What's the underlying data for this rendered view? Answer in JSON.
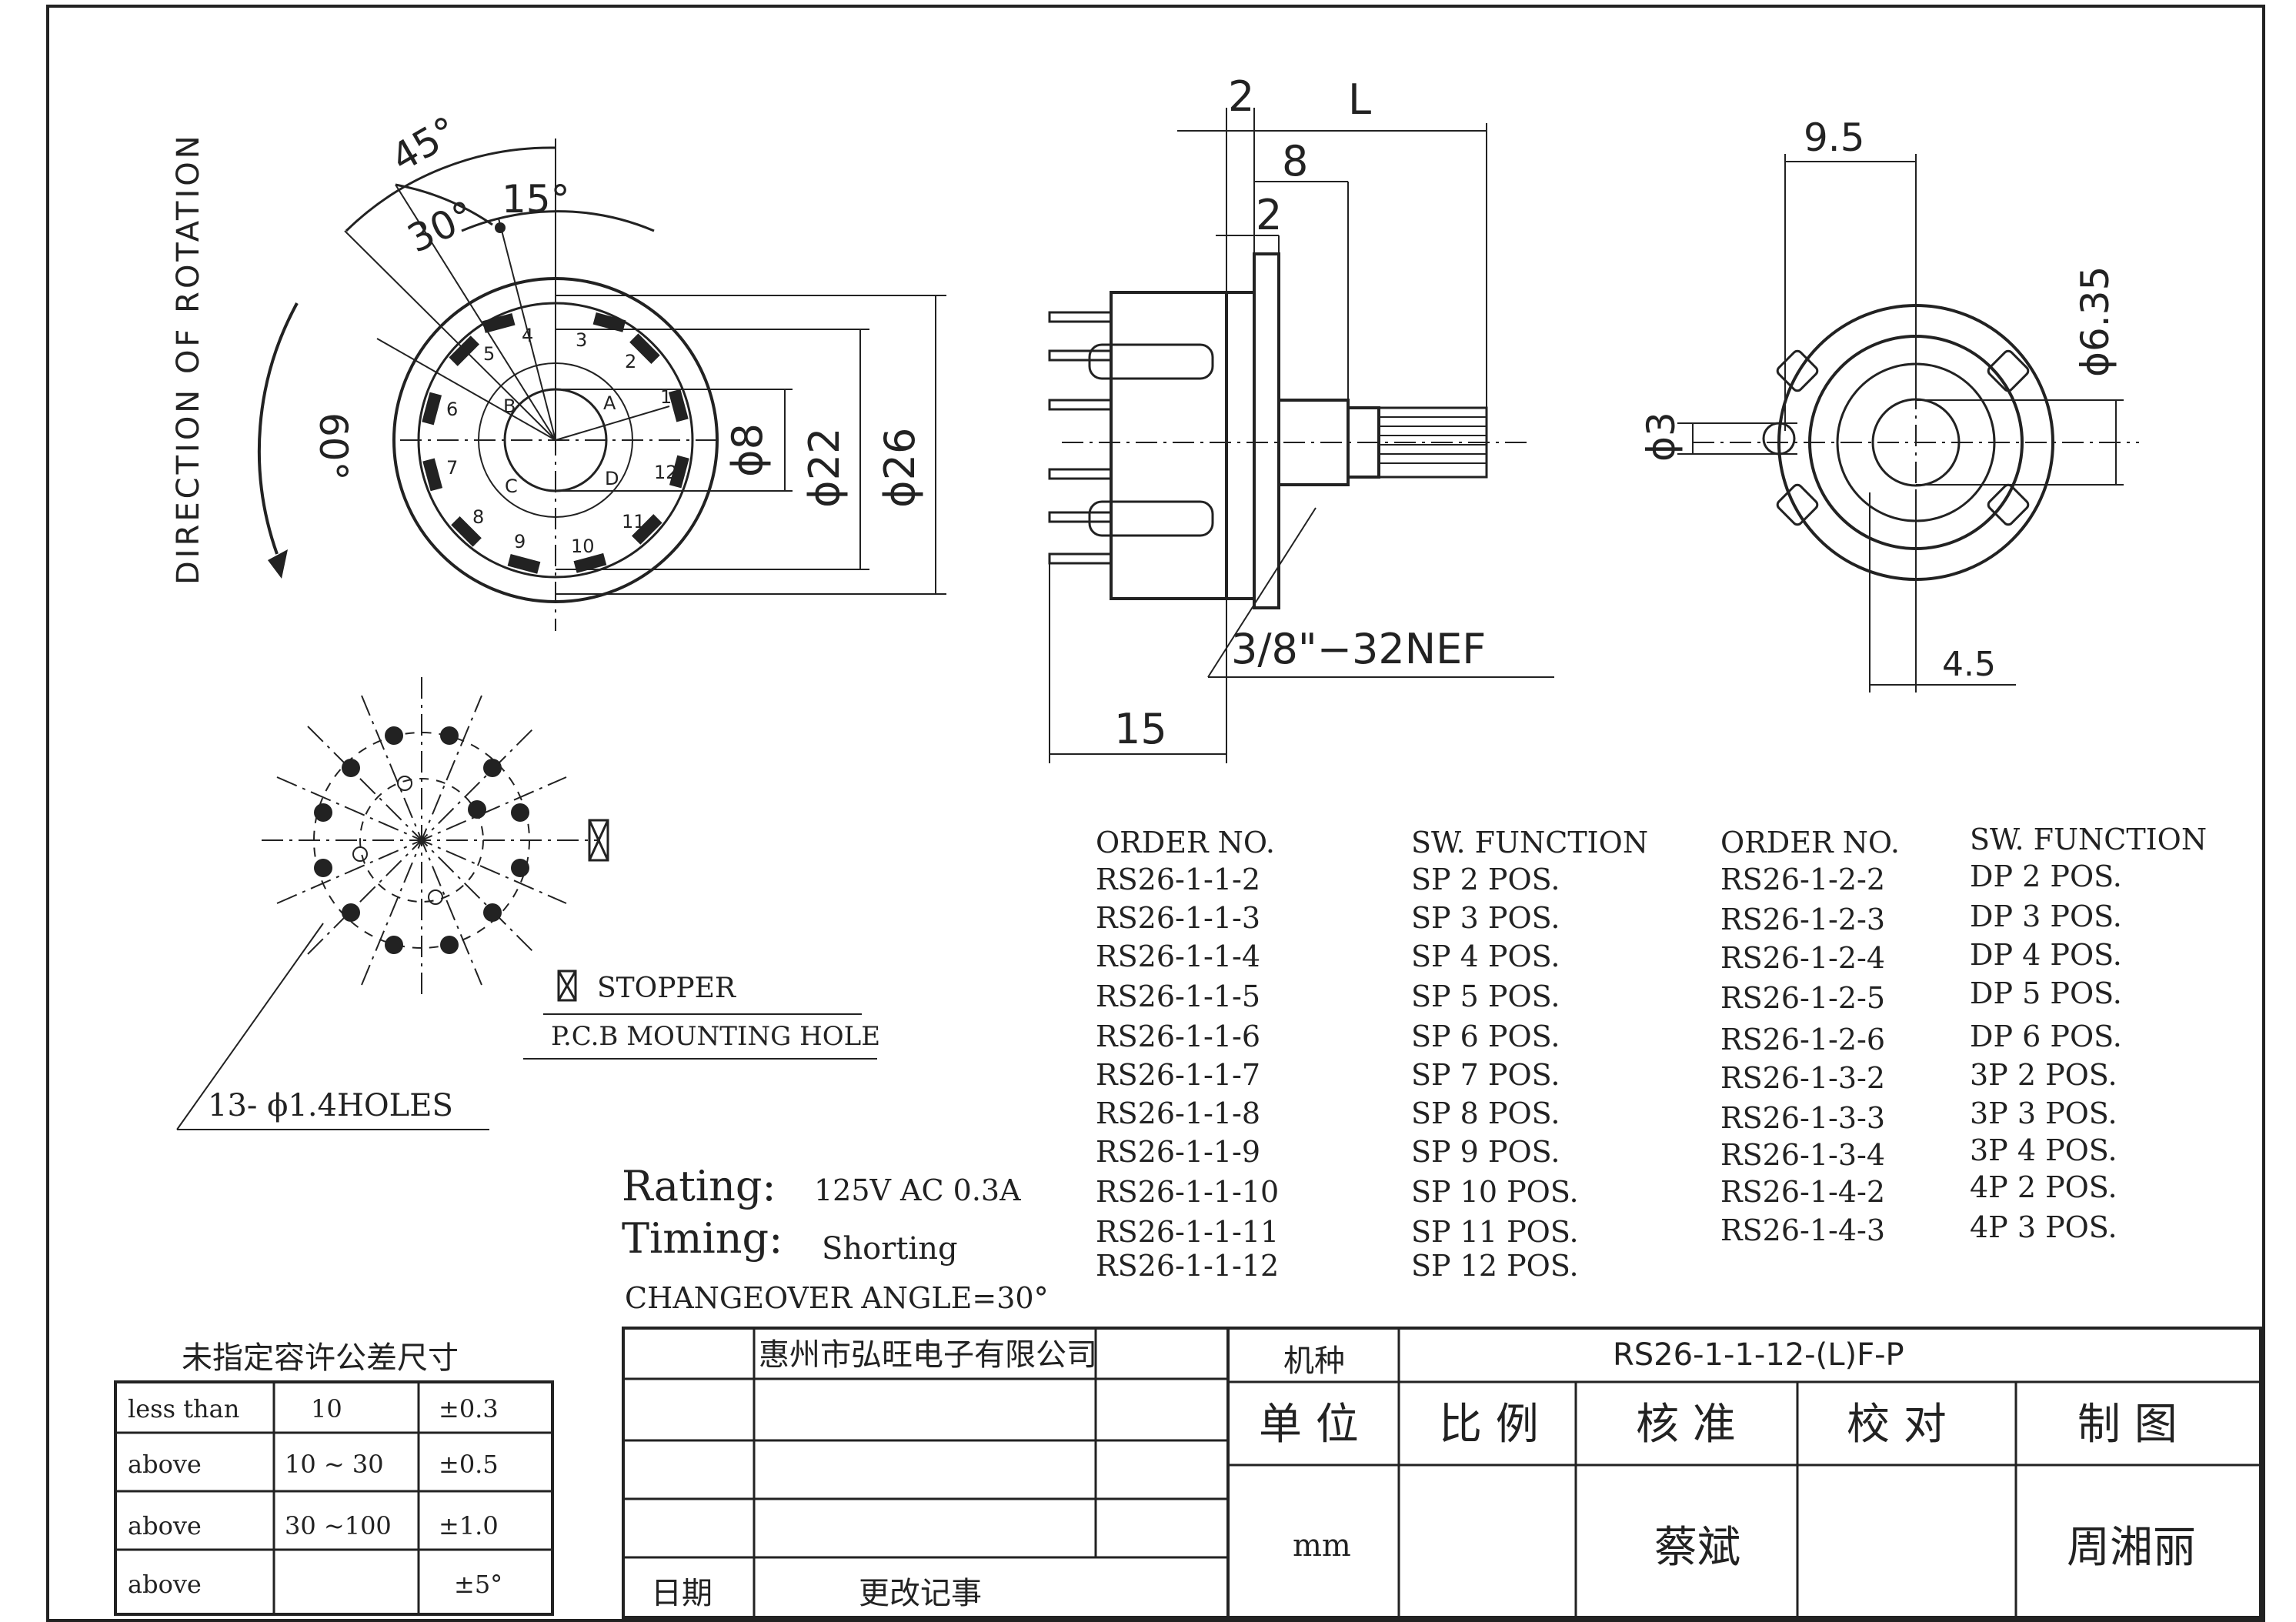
{
  "front_view": {
    "direction_label": "DIRECTION OF ROTATION",
    "angle_45": "45°",
    "angle_30": "30°",
    "angle_15": "15°",
    "angle_60": "60°",
    "dim_d8": "ϕ8",
    "dim_d22": "ϕ22",
    "dim_d26": "ϕ26",
    "terminals": [
      "1",
      "2",
      "3",
      "4",
      "5",
      "6",
      "7",
      "8",
      "9",
      "10",
      "11",
      "12"
    ],
    "commons": [
      "A",
      "B",
      "C",
      "D"
    ]
  },
  "side_view": {
    "dim_2_top": "2",
    "dim_L": "L",
    "dim_8": "8",
    "dim_2_inner": "2",
    "dim_15": "15",
    "thread": "3/8\"−32NEF"
  },
  "rear_view": {
    "dim_9_5": "9.5",
    "dim_d6_35": "ϕ6.35",
    "dim_d3": "ϕ3",
    "dim_4_5": "4.5"
  },
  "pcb": {
    "stopper": "STOPPER",
    "mounting_hole": "P.C.B MOUNTING HOLE",
    "holes": "13- ϕ1.4HOLES"
  },
  "rating": {
    "rating_label": "Rating:",
    "rating_value": "125V AC 0.3A",
    "timing_label": "Timing:",
    "timing_value": "Shorting",
    "changeover": "CHANGEOVER ANGLE=30°"
  },
  "order_table_left": {
    "header_order": "ORDER NO.",
    "header_function": "SW. FUNCTION",
    "rows": [
      {
        "order": "RS26-1-1-2",
        "func": "SP 2 POS."
      },
      {
        "order": "RS26-1-1-3",
        "func": "SP 3 POS."
      },
      {
        "order": "RS26-1-1-4",
        "func": "SP 4 POS."
      },
      {
        "order": "RS26-1-1-5",
        "func": "SP 5 POS."
      },
      {
        "order": "RS26-1-1-6",
        "func": "SP 6 POS."
      },
      {
        "order": "RS26-1-1-7",
        "func": "SP 7 POS."
      },
      {
        "order": "RS26-1-1-8",
        "func": "SP 8 POS."
      },
      {
        "order": "RS26-1-1-9",
        "func": "SP 9 POS."
      },
      {
        "order": "RS26-1-1-10",
        "func": "SP 10 POS."
      },
      {
        "order": "RS26-1-1-11",
        "func": "SP 11 POS."
      },
      {
        "order": "RS26-1-1-12",
        "func": "SP 12 POS."
      }
    ]
  },
  "order_table_right": {
    "header_order": "ORDER NO.",
    "header_function": "SW. FUNCTION",
    "rows": [
      {
        "order": "RS26-1-2-2",
        "func": "DP 2 POS."
      },
      {
        "order": "RS26-1-2-3",
        "func": "DP 3 POS."
      },
      {
        "order": "RS26-1-2-4",
        "func": "DP 4 POS."
      },
      {
        "order": "RS26-1-2-5",
        "func": "DP 5 POS."
      },
      {
        "order": "RS26-1-2-6",
        "func": "DP 6 POS."
      },
      {
        "order": "RS26-1-3-2",
        "func": "3P 2 POS."
      },
      {
        "order": "RS26-1-3-3",
        "func": "3P 3 POS."
      },
      {
        "order": "RS26-1-3-4",
        "func": "3P 4 POS."
      },
      {
        "order": "RS26-1-4-2",
        "func": "4P 2 POS."
      },
      {
        "order": "RS26-1-4-3",
        "func": "4P 3 POS."
      }
    ]
  },
  "tolerance": {
    "title": "未指定容许公差尺寸",
    "rows": [
      {
        "c1": "less than",
        "c2": "10",
        "c3": "±0.3"
      },
      {
        "c1": "above",
        "c2": "10 ~ 30",
        "c3": "±0.5"
      },
      {
        "c1": "above",
        "c2": "30 ~100",
        "c3": "±1.0"
      },
      {
        "c1": "above",
        "c2": "",
        "c3": "±5°"
      }
    ]
  },
  "title_block": {
    "company": "惠州市弘旺电子有限公司",
    "model_label": "机种",
    "model_value": "RS26-1-1-12-(L)F-P",
    "unit_label": "单 位",
    "scale_label": "比 例",
    "approve_label": "核 准",
    "check_label": "校 对",
    "draw_label": "制 图",
    "unit_value": "mm",
    "approver": "蔡斌",
    "drafter": "周湘丽",
    "date_label": "日期",
    "change_label": "更改记事"
  }
}
